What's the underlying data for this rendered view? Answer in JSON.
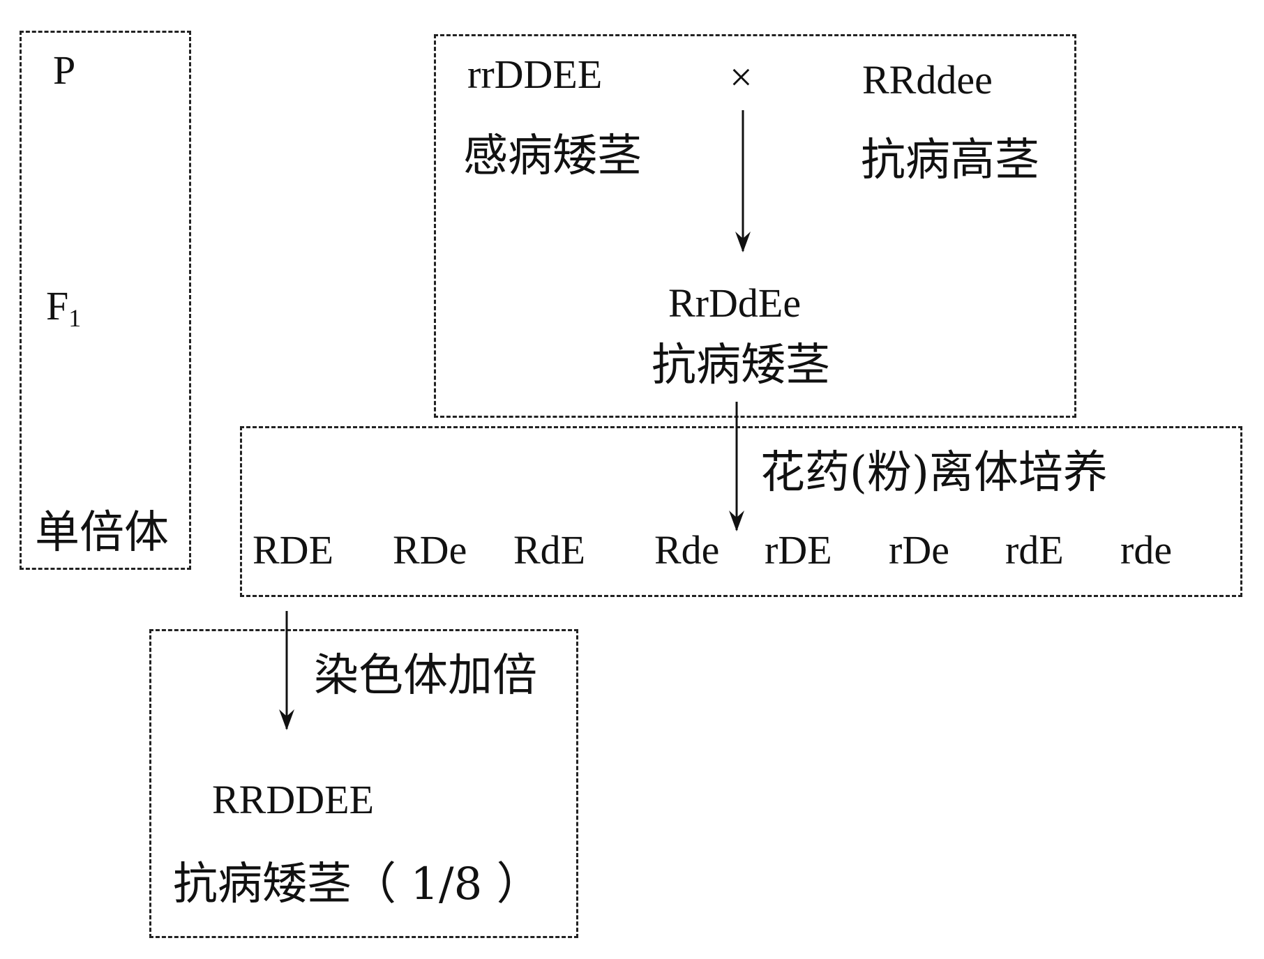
{
  "generations": {
    "p": "P",
    "f1": "F",
    "f1_sub": "1",
    "haploid": "单倍体"
  },
  "parents": {
    "left_genotype": "rrDDEE",
    "left_phenotype": "感病矮茎",
    "cross_symbol": "×",
    "right_genotype": "RRddee",
    "right_phenotype": "抗病高茎"
  },
  "f1": {
    "genotype": "RrDdEe",
    "phenotype": "抗病矮茎"
  },
  "anther_culture": {
    "label": "花药(粉)离体培养",
    "gametes": [
      "RDE",
      "RDe",
      "RdE",
      "Rde",
      "rDE",
      "rDe",
      "rdE",
      "rde"
    ]
  },
  "doubling": {
    "label": "染色体加倍",
    "genotype": "RRDDEE",
    "phenotype": "抗病矮茎（ 1/8 ）"
  }
}
